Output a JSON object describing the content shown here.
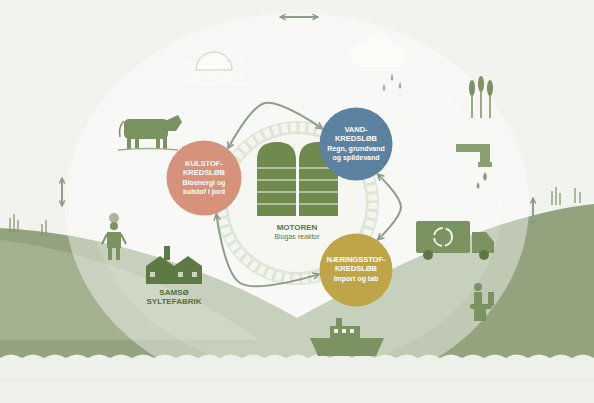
{
  "diagram": {
    "nodes": [
      {
        "text": [
          "VAND- KREDSLØB",
          "Regn, grundvand og spildevand"
        ]
      },
      {
        "text": [
          "KULSTOF- KREDSLØB",
          "Bioenergi og kulstof i jord"
        ]
      },
      {
        "text": [
          "MOTOREN",
          "Biogas reaktor"
        ]
      },
      {
        "text": [
          "NÆRINGSSTOF- KREDSLØB",
          "Import og tab"
        ]
      }
    ],
    "edges": [
      {
        "from": 1,
        "to": 0,
        "arrow": "both"
      },
      {
        "from": 0,
        "to": 3,
        "arrow": "both"
      },
      {
        "from": 3,
        "to": 1,
        "arrow": "both"
      }
    ],
    "labels": [
      "SAMSØ SYLTEFABRIK"
    ]
  }
}
